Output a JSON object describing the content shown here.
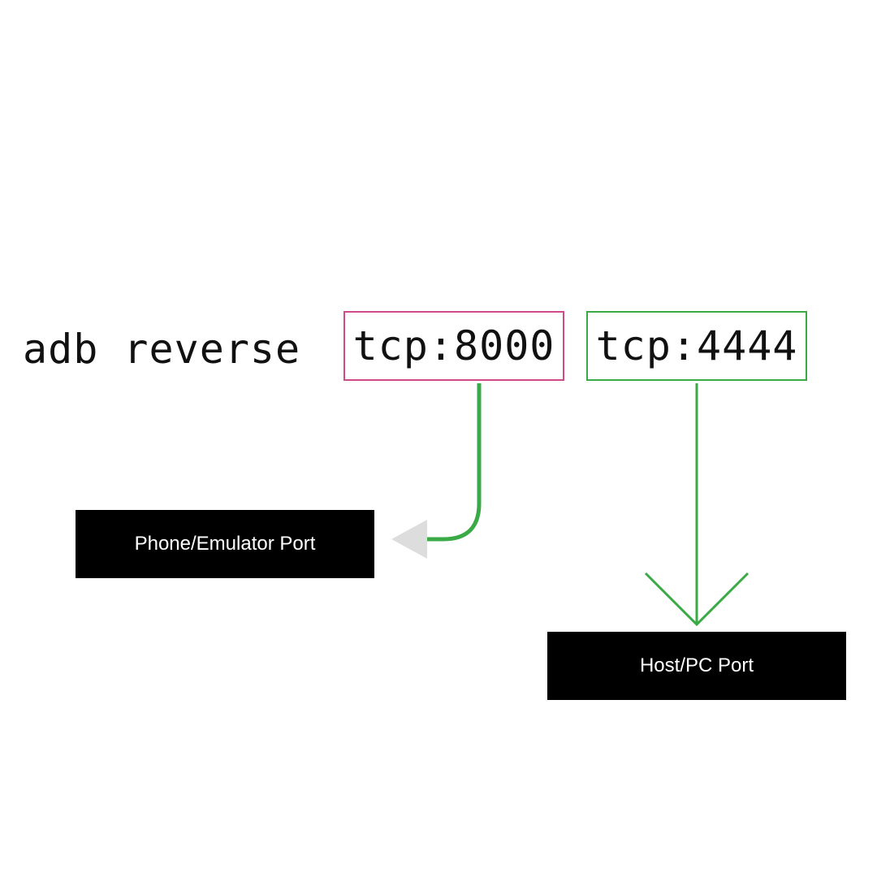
{
  "command": {
    "prefix": "adb reverse",
    "device_port": "tcp:8000",
    "host_port": "tcp:4444"
  },
  "labels": {
    "device": "Phone/Emulator Port",
    "host": "Host/PC Port"
  },
  "colors": {
    "device_box_border": "#d04a8a",
    "host_box_border": "#3aaa46",
    "connector": "#3aaa46",
    "arrowhead_device": "#dddddd",
    "label_background": "#000000",
    "label_text": "#ffffff"
  }
}
